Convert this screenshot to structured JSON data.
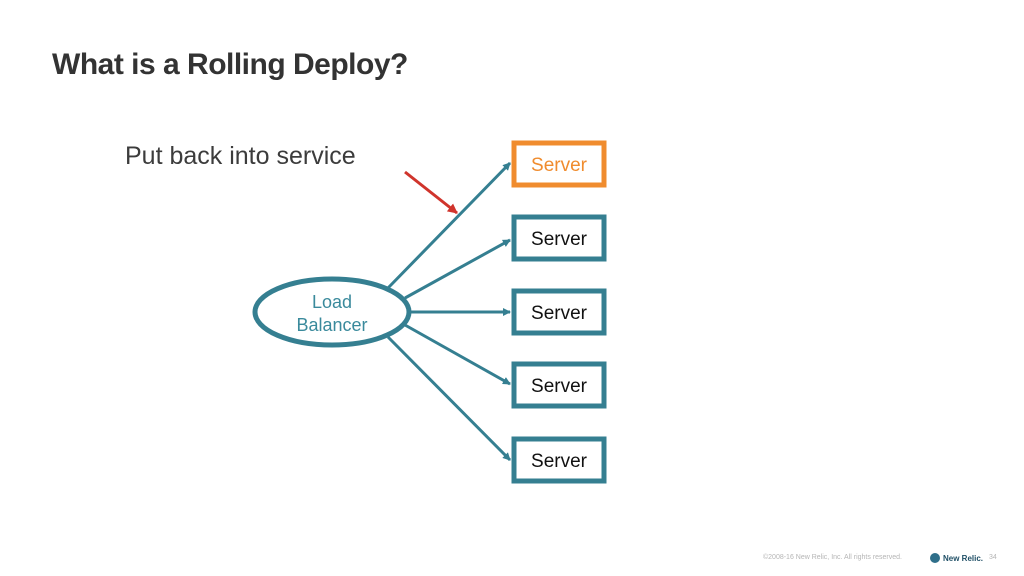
{
  "slide": {
    "title": "What is a Rolling Deploy?",
    "annotation": "Put back into service"
  },
  "diagram": {
    "load_balancer": {
      "label_line1": "Load",
      "label_line2": "Balancer"
    },
    "servers": [
      {
        "label": "Server",
        "state": "highlighted"
      },
      {
        "label": "Server",
        "state": "normal"
      },
      {
        "label": "Server",
        "state": "normal"
      },
      {
        "label": "Server",
        "state": "normal"
      },
      {
        "label": "Server",
        "state": "normal"
      }
    ],
    "colors": {
      "teal": "#357f91",
      "highlight": "#f08c2e",
      "pointer_arrow": "#d0342c"
    }
  },
  "footer": {
    "copyright": "©2008-16 New Relic, Inc. All rights reserved.",
    "logo_text": "New Relic.",
    "page_number": "34"
  }
}
